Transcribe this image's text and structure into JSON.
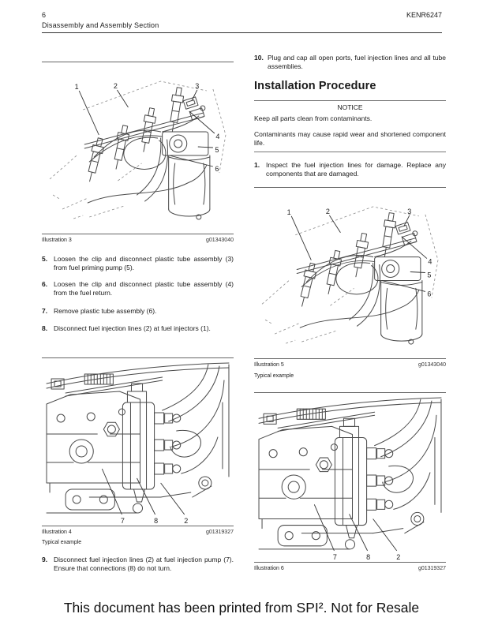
{
  "header": {
    "page_number": "6",
    "section_title": "Disassembly and Assembly Section",
    "doc_code": "KENR6247"
  },
  "left_column": {
    "illustration_3": {
      "label": "Illustration 3",
      "figure_id": "g01343040"
    },
    "steps": [
      {
        "num": "5.",
        "text": "Loosen the clip and disconnect plastic tube assembly (3) from fuel priming pump (5)."
      },
      {
        "num": "6.",
        "text": "Loosen the clip and disconnect plastic tube assembly (4) from the fuel return."
      },
      {
        "num": "7.",
        "text": "Remove plastic tube assembly (6)."
      },
      {
        "num": "8.",
        "text": "Disconnect fuel injection lines (2) at fuel injectors (1)."
      }
    ],
    "illustration_4": {
      "label": "Illustration 4",
      "figure_id": "g01319327",
      "note": "Typical example"
    },
    "step_9": {
      "num": "9.",
      "text": "Disconnect fuel injection lines (2) at fuel injection pump (7). Ensure that connections (8) do not turn."
    }
  },
  "right_column": {
    "step_10": {
      "num": "10.",
      "text": "Plug and cap all open ports, fuel injection lines and all tube assemblies."
    },
    "installation_heading": "Installation Procedure",
    "notice": {
      "title": "NOTICE",
      "para1": "Keep all parts clean from contaminants.",
      "para2": "Contaminants may cause rapid wear and shortened component life."
    },
    "step_1": {
      "num": "1.",
      "text": "Inspect the fuel injection lines for damage. Replace any components that are damaged."
    },
    "illustration_5": {
      "label": "Illustration 5",
      "figure_id": "g01343040",
      "note": "Typical example"
    },
    "illustration_6": {
      "label": "Illustration 6",
      "figure_id": "g01319327"
    }
  },
  "figure_callouts": {
    "fuel_lines": [
      "1",
      "2",
      "3",
      "4",
      "5",
      "6"
    ],
    "injection_pump": [
      "7",
      "8",
      "2"
    ]
  },
  "footer": {
    "text": "This document has been printed from SPI². Not for Resale"
  }
}
